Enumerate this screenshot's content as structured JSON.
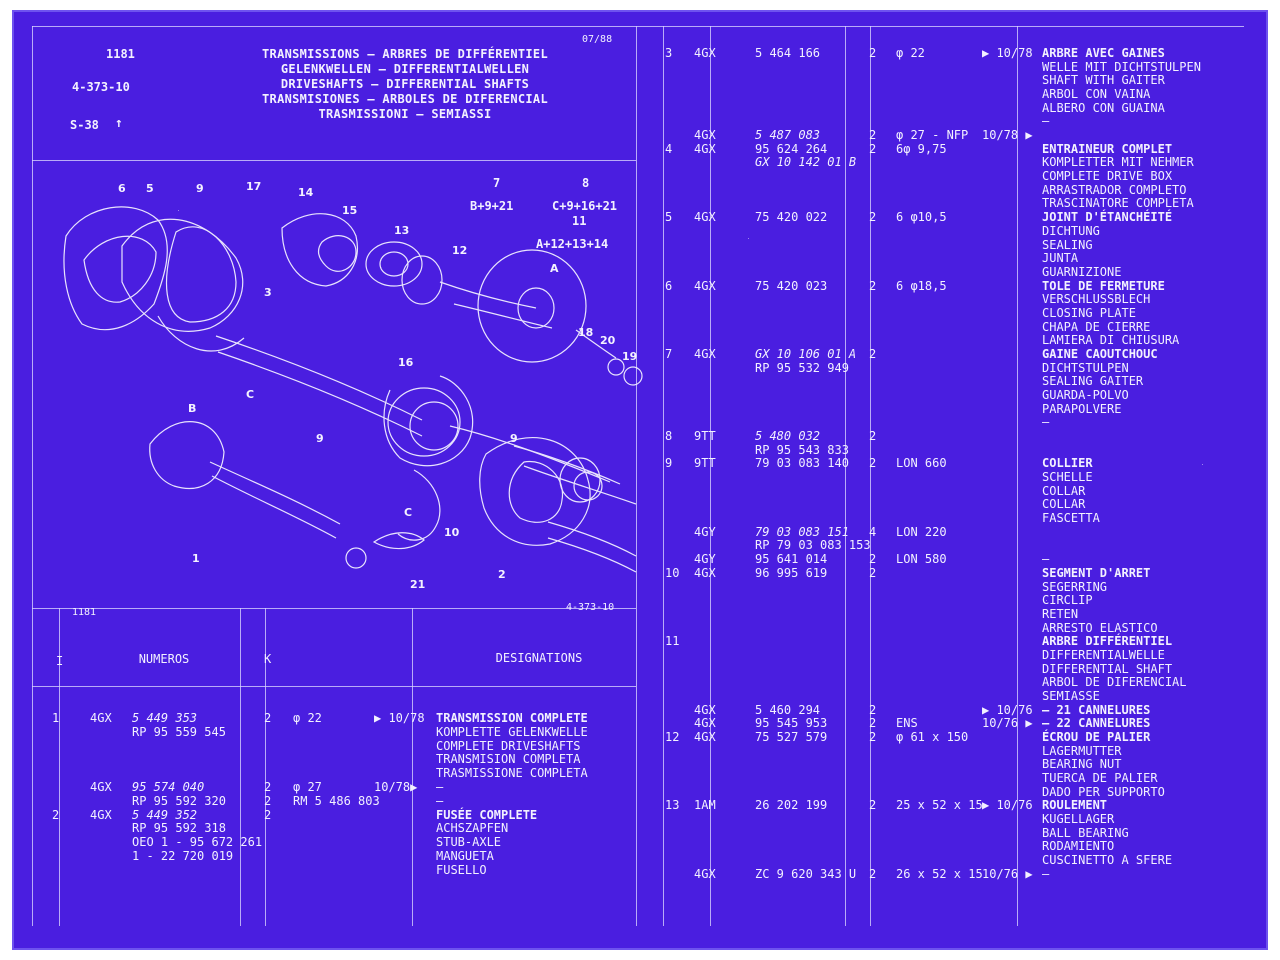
{
  "header": {
    "code": "1181",
    "ref": "4-373-10",
    "sheet": "S-38",
    "date": "07/88",
    "titles": [
      "TRANSMISSIONS – ARBRES DE DIFFÉRENTIEL",
      "GELENKWELLEN – DIFFERENTIALWELLEN",
      "DRIVESHAFTS – DIFFERENTIAL SHAFTS",
      "TRANSMISIONES – ARBOLES DE DIFERENCIAL",
      "TRASMISSIONI – SEMIASSI"
    ]
  },
  "diagram": {
    "footer_left": "1181",
    "footer_right": "4-373-10",
    "groups": [
      {
        "num": "7",
        "formula": "B+9+21"
      },
      {
        "num": "8",
        "formula": "C+9+16+21"
      },
      {
        "num": "11",
        "formula": "A+12+13+14"
      }
    ],
    "callouts": [
      "6",
      "5",
      "9",
      "17",
      "14",
      "15",
      "13",
      "12",
      "A",
      "3",
      "18",
      "20",
      "19",
      "16",
      "B",
      "C",
      "9",
      "9",
      "C",
      "10",
      "1",
      "21",
      "2"
    ]
  },
  "table_header": {
    "col1": "I",
    "numeros": "NUMEROS",
    "k": "K",
    "designations": "DESIGNATIONS"
  },
  "rows": [
    {
      "lines": [
        {
          "t": "1",
          "c": "idx"
        },
        {
          "t": "4GX",
          "c": "pre"
        },
        {
          "t": "5 449 353",
          "c": "num_i"
        },
        {
          "t": "2",
          "c": "k"
        },
        {
          "t": "φ 22",
          "c": "spec"
        },
        {
          "t": "▶ 10/78",
          "c": "date"
        },
        {
          "t": "TRANSMISSION COMPLETE",
          "c": "des_b"
        }
      ]
    }
  ],
  "left_table": [
    {
      "idx": "1",
      "pre": "4GX",
      "num": "5 449 353",
      "num_style": "i",
      "k": "2",
      "spec": "φ 22",
      "date": "▶ 10/78",
      "des": "TRANSMISSION COMPLETE",
      "des_bold": true
    },
    {
      "num": "RP 95 559 545",
      "des": "KOMPLETTE GELENKWELLE"
    },
    {
      "des": "COMPLETE DRIVESHAFTS"
    },
    {
      "des": "TRANSMISION COMPLETA"
    },
    {
      "des": "TRASMISSIONE COMPLETA"
    },
    {
      "pre": "4GX",
      "num": "95 574 040",
      "num_style": "i",
      "k": "2",
      "spec": "φ 27",
      "date": "10/78▶",
      "des": "–"
    },
    {
      "num": "RP 95 592 320",
      "k": "2",
      "spec": "RM 5 486 803",
      "des": "–"
    },
    {
      "idx": "2",
      "pre": "4GX",
      "num": "5 449 352",
      "num_style": "i",
      "k": "2",
      "des": "FUSÉE COMPLETE",
      "des_bold": true
    },
    {
      "num": "RP 95 592 318",
      "des": "ACHSZAPFEN"
    },
    {
      "num": "OEO 1 - 95 672 261",
      "des": "STUB-AXLE"
    },
    {
      "num": "1 - 22 720 019",
      "des": "MANGUETA"
    },
    {
      "des": "FUSELLO"
    }
  ],
  "right_table": [
    {
      "idx": "3",
      "pre": "4GX",
      "num": "5 464 166",
      "k": "2",
      "spec": "φ 22",
      "date": "▶ 10/78",
      "des": "ARBRE AVEC GAINES",
      "des_bold": true
    },
    {
      "des": "WELLE MIT DICHTSTULPEN"
    },
    {
      "des": "SHAFT WITH GAITER"
    },
    {
      "des": "ARBOL CON VAINA"
    },
    {
      "des": "ALBERO CON GUAINA"
    },
    {
      "des": "–"
    },
    {
      "pre": "4GX",
      "num": "5 487 083",
      "num_style": "i",
      "k": "2",
      "spec": "φ 27 - NFP",
      "date": "10/78 ▶",
      "des": ""
    },
    {
      "idx": "4",
      "pre": "4GX",
      "num": "95 624 264",
      "k": "2",
      "spec": "6φ 9,75",
      "des": "ENTRAINEUR COMPLET",
      "des_bold": true
    },
    {
      "num": "GX 10 142 01 B",
      "num_style": "i",
      "des": "KOMPLETTER MIT NEHMER"
    },
    {
      "des": "COMPLETE DRIVE BOX"
    },
    {
      "des": "ARRASTRADOR COMPLETO"
    },
    {
      "des": "TRASCINATORE COMPLETA"
    },
    {
      "idx": "5",
      "pre": "4GX",
      "num": "75 420 022",
      "k": "2",
      "spec": "6 φ10,5",
      "des": "JOINT D'ÉTANCHÉITÉ",
      "des_bold": true
    },
    {
      "des": "DICHTUNG"
    },
    {
      "des": "SEALING"
    },
    {
      "des": "JUNTA"
    },
    {
      "des": "GUARNIZIONE"
    },
    {
      "idx": "6",
      "pre": "4GX",
      "num": "75 420 023",
      "k": "2",
      "spec": "6 φ18,5",
      "des": "TOLE DE FERMETURE",
      "des_bold": true
    },
    {
      "des": "VERSCHLUSSBLECH"
    },
    {
      "des": "CLOSING PLATE"
    },
    {
      "des": "CHAPA DE CIERRE"
    },
    {
      "des": "LAMIERA DI CHIUSURA"
    },
    {
      "idx": "7",
      "pre": "4GX",
      "num": "GX 10 106 01 A",
      "num_style": "i",
      "k": "2",
      "des": "GAINE CAOUTCHOUC",
      "des_bold": true
    },
    {
      "num": "RP 95 532 949",
      "des": "DICHTSTULPEN"
    },
    {
      "des": "SEALING GAITER"
    },
    {
      "des": "GUARDA-POLVO"
    },
    {
      "des": "PARAPOLVERE"
    },
    {
      "des": "–"
    },
    {
      "idx": "8",
      "pre": "9TT",
      "num": "5 480 032",
      "num_style": "i",
      "k": "2",
      "des": ""
    },
    {
      "num": "RP 95 543 833",
      "des": ""
    },
    {
      "idx": "9",
      "pre": "9TT",
      "num": "79 03 083 140",
      "k": "2",
      "spec": "LON 660",
      "des": "COLLIER",
      "des_bold": true
    },
    {
      "des": "SCHELLE"
    },
    {
      "des": "COLLAR"
    },
    {
      "des": "COLLAR"
    },
    {
      "des": "FASCETTA"
    },
    {
      "pre": "4GY",
      "num": "79 03 083 151",
      "num_style": "i",
      "k": "4",
      "spec": "LON 220",
      "des": ""
    },
    {
      "num": "RP 79 03 083 153",
      "des": ""
    },
    {
      "pre": "4GY",
      "num": "95 641 014",
      "k": "2",
      "spec": "LON 580",
      "des": "–"
    },
    {
      "idx": "10",
      "pre": "4GX",
      "num": "96 995 619",
      "k": "2",
      "des": "SEGMENT D'ARRET",
      "des_bold": true
    },
    {
      "des": "SEGERRING"
    },
    {
      "des": "CIRCLIP"
    },
    {
      "des": "RETEN"
    },
    {
      "des": "ARRESTO ELASTICO"
    },
    {
      "idx": "11",
      "des": "ARBRE DIFFÉRENTIEL",
      "des_bold": true
    },
    {
      "des": "DIFFERENTIALWELLE"
    },
    {
      "des": "DIFFERENTIAL SHAFT"
    },
    {
      "des": "ARBOL DE DIFERENCIAL"
    },
    {
      "des": "SEMIASSE"
    },
    {
      "pre": "4GX",
      "num": "5 460 294",
      "k": "2",
      "date": "▶ 10/76",
      "des": "– 21 CANNELURES",
      "des_bold": true
    },
    {
      "pre": "4GX",
      "num": "95 545 953",
      "k": "2",
      "spec": "ENS",
      "date": "10/76 ▶",
      "des": "– 22 CANNELURES",
      "des_bold": true
    },
    {
      "idx": "12",
      "pre": "4GX",
      "num": "75 527 579",
      "k": "2",
      "spec": "φ 61 x 150",
      "des": "ÉCROU DE PALIER",
      "des_bold": true
    },
    {
      "des": "LAGERMUTTER"
    },
    {
      "des": "BEARING NUT"
    },
    {
      "des": "TUERCA DE PALIER"
    },
    {
      "des": "DADO PER SUPPORTO"
    },
    {
      "idx": "13",
      "pre": "1AM",
      "num": "26 202 199",
      "k": "2",
      "spec": "25 x 52 x 15",
      "date": "▶ 10/76",
      "des": "ROULEMENT",
      "des_bold": true
    },
    {
      "des": "KUGELLAGER"
    },
    {
      "des": "BALL BEARING"
    },
    {
      "des": "RODAMIENTO"
    },
    {
      "des": "CUSCINETTO A SFERE"
    },
    {
      "pre": "4GX",
      "num": "ZC 9 620 343 U",
      "k": "2",
      "spec": "26 x 52 x 15",
      "date": "10/76 ▶",
      "des": "–"
    }
  ]
}
